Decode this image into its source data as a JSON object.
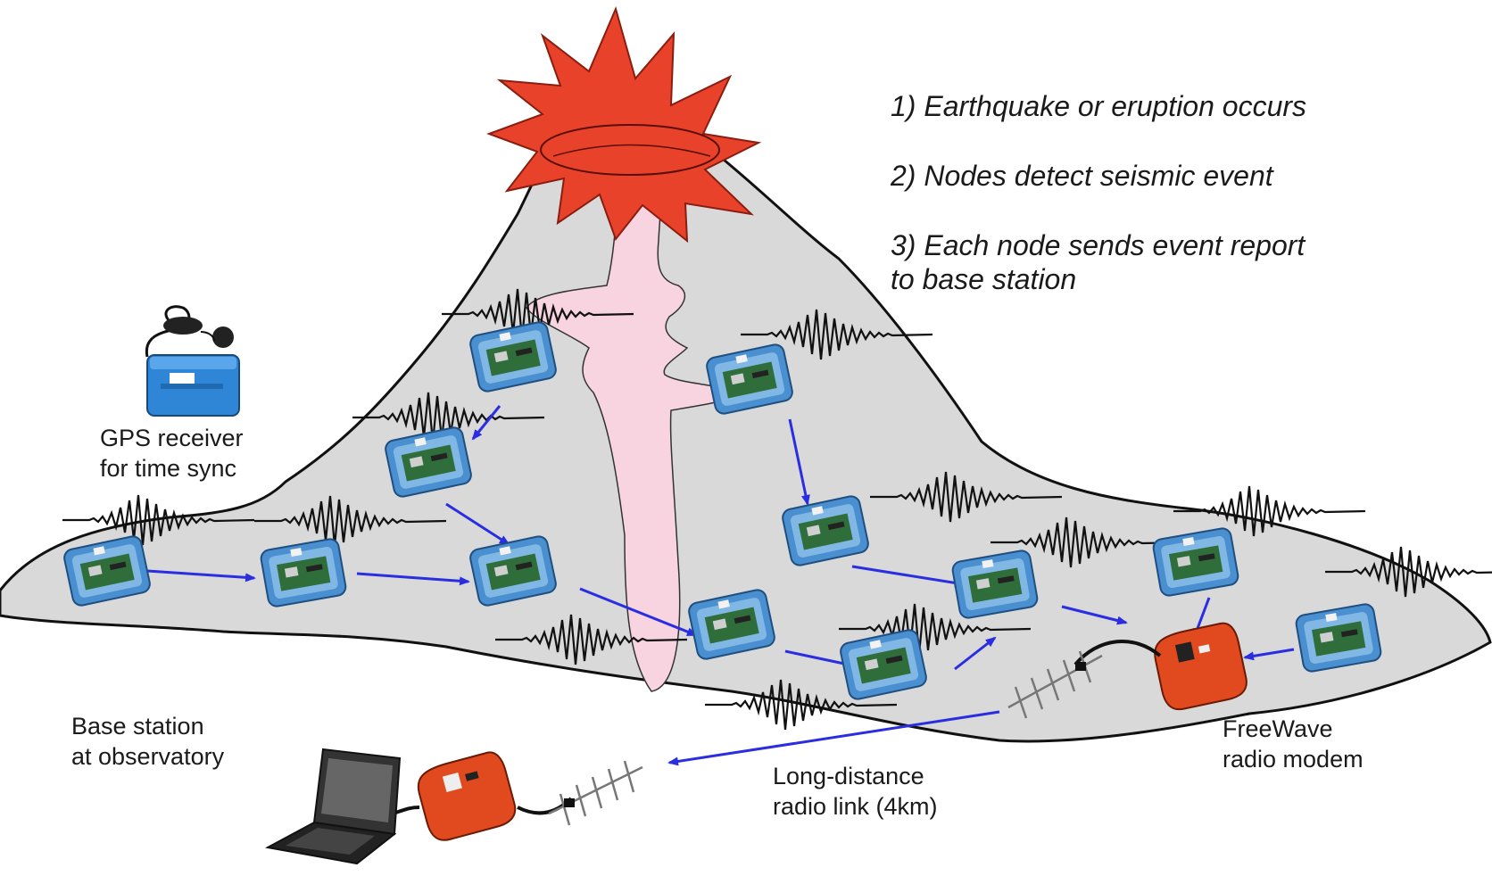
{
  "steps": [
    "1) Earthquake or eruption occurs",
    "2) Nodes detect seismic event",
    "3) Each node sends event report",
    "to base station"
  ],
  "labels": {
    "gps": [
      "GPS receiver",
      "for time sync"
    ],
    "base": [
      "Base station",
      "at observatory"
    ],
    "link": [
      "Long-distance",
      "radio link (4km)"
    ],
    "modem": [
      "FreeWave",
      "radio modem"
    ]
  },
  "colors": {
    "mountain_fill": "#d9d9d9",
    "eruption": "#e8432a",
    "magma": "#f7d4e0",
    "arrow": "#2a2ee0",
    "node": "#4a90d0",
    "modem": "#e04a1e",
    "gps_case": "#2f86d6"
  },
  "icons": [
    "seismic-node-icon",
    "radio-modem-icon",
    "yagi-antenna-icon",
    "laptop-icon",
    "gps-receiver-icon",
    "seismogram-icon"
  ]
}
